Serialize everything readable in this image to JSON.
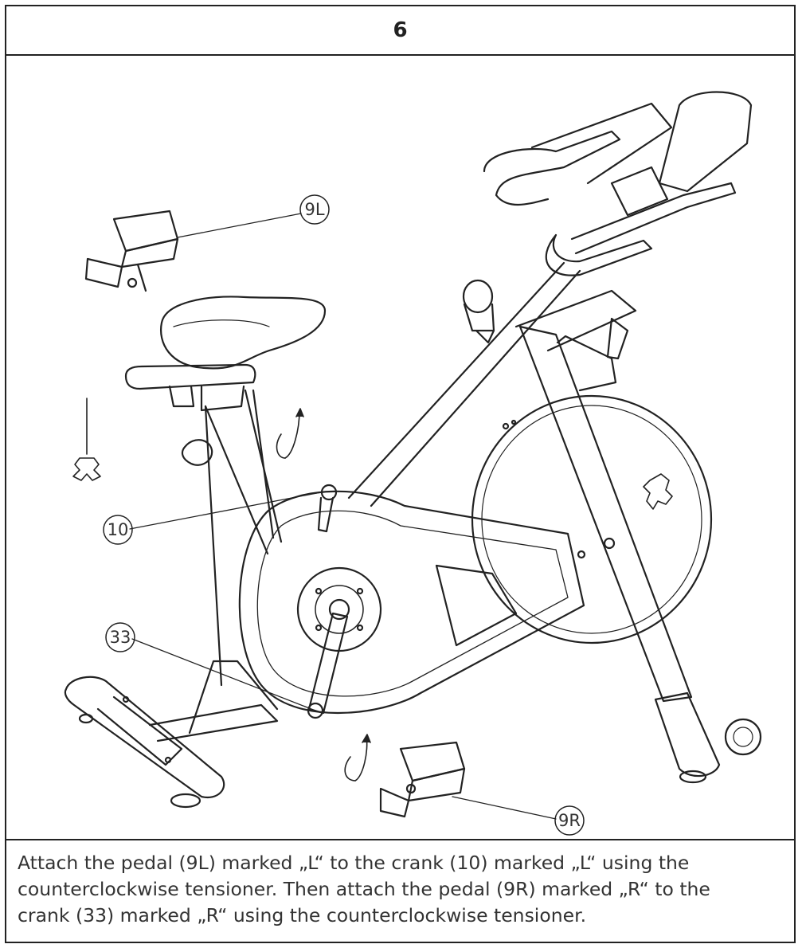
{
  "step": {
    "number": "6"
  },
  "callouts": {
    "pedal_left": "9L",
    "crank_left": "10",
    "crank_right": "33",
    "pedal_right": "9R"
  },
  "icons": [
    "allen-key-icon",
    "counterclockwise-arrow-icon"
  ],
  "caption": {
    "lines": [
      "Attach the pedal (9L) marked „L“ to the crank (10) marked „L“ using the",
      "counterclockwise tensioner. Then attach the pedal (9R) marked „R“ to the",
      "crank (33) marked „R“ using the counterclockwise tensioner."
    ]
  },
  "colors": {
    "line": "#222222",
    "background": "#ffffff"
  }
}
